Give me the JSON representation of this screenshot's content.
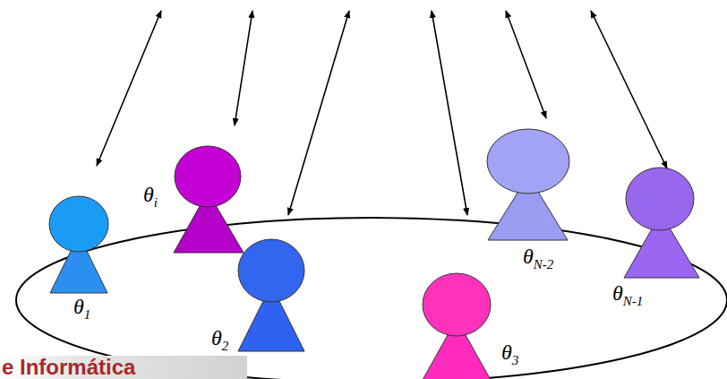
{
  "diagram": {
    "labels": [
      "θi",
      "θ1",
      "θ2",
      "θ3",
      "θN-2",
      "θN-1",
      "e Informática"
    ]
  }
}
